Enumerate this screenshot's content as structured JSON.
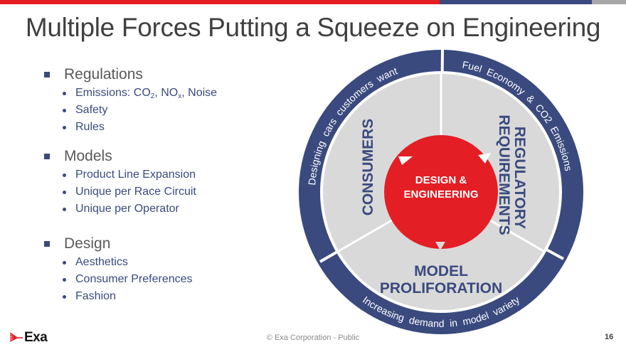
{
  "title": "Multiple Forces Putting a Squeeze on Engineering",
  "colors": {
    "red": "#e31e24",
    "navy": "#3a4a7e",
    "gray": "#d9d9d9",
    "topbar_gray": "#a6a6a6"
  },
  "sections": [
    {
      "heading": "Regulations",
      "items": [
        {
          "pre": "Emissions: CO",
          "sub1": "2",
          "mid": ", NO",
          "sub2": "x",
          "post": ", Noise"
        },
        {
          "text": "Safety"
        },
        {
          "text": "Rules"
        }
      ]
    },
    {
      "heading": "Models",
      "items": [
        {
          "text": "Product Line Expansion"
        },
        {
          "text": "Unique per Race Circuit"
        },
        {
          "text": "Unique per Operator"
        }
      ]
    },
    {
      "heading": "Design",
      "items": [
        {
          "text": "Aesthetics"
        },
        {
          "text": "Consumer Preferences"
        },
        {
          "text": "Fashion"
        }
      ]
    }
  ],
  "diagram": {
    "center_line1": "DESIGN &",
    "center_line2": "ENGINEERING",
    "consumers": "CONSUMERS",
    "regulatory_line1": "REGULATORY",
    "regulatory_line2": "REQUIREMENTS",
    "model_line1": "MODEL",
    "model_line2": "PROLIFORATION",
    "ring_left": "Designing cars customers want",
    "ring_right": "Fuel Economy & CO2 Emissions",
    "ring_bottom": "Increasing demand in model variety"
  },
  "footer": {
    "copyright": "© Exa Corporation - Public",
    "page": "16",
    "logo": "Exa"
  }
}
